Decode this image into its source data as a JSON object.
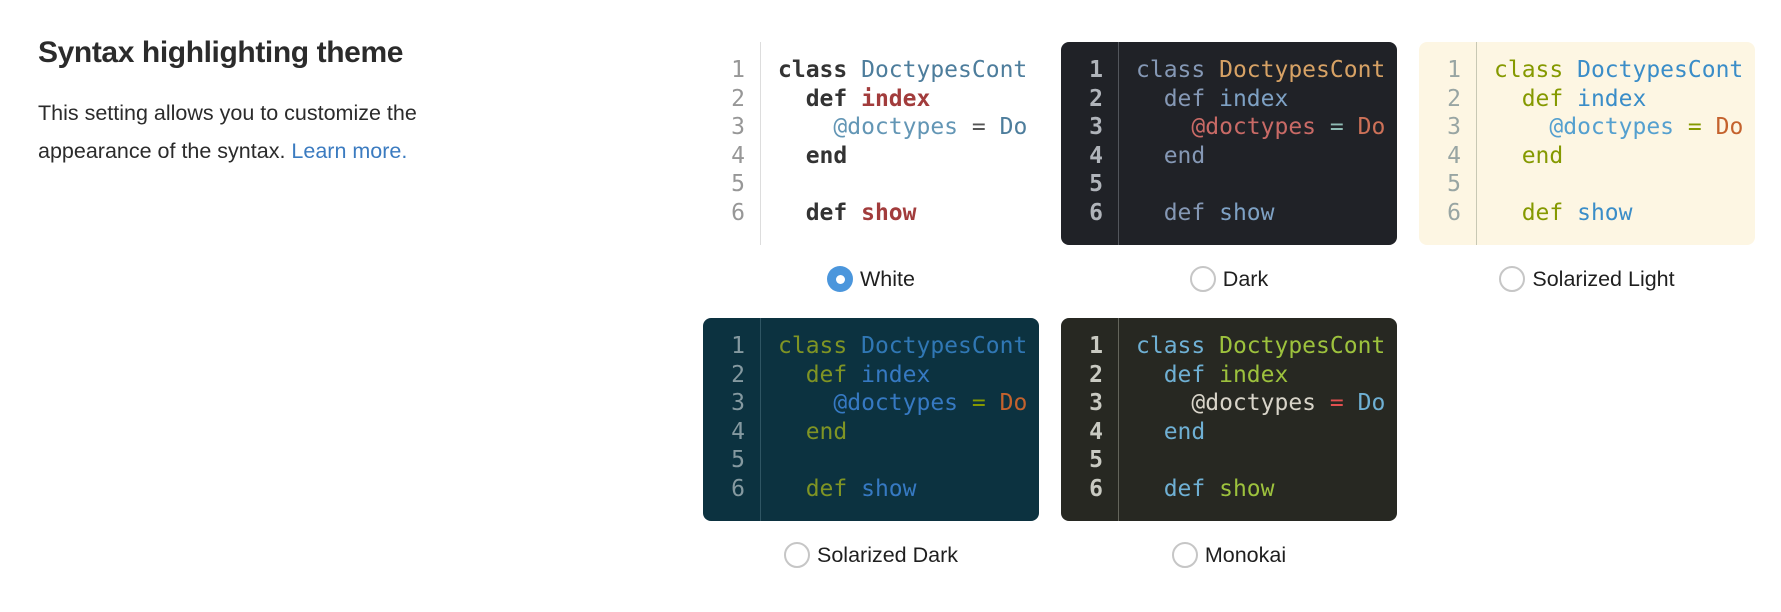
{
  "section": {
    "title": "Syntax highlighting theme",
    "description": {
      "before": "This setting allows you to customize the appearance of the syntax. ",
      "link": "Learn more.",
      "after": ""
    },
    "link_color": "#3b7bc0"
  },
  "code_sample": {
    "line_numbers": [
      "1",
      "2",
      "3",
      "4",
      "5",
      "6"
    ],
    "lines": [
      [
        {
          "text": "class ",
          "type": "kw"
        },
        {
          "text": "DoctypesCont",
          "type": "cls"
        }
      ],
      [
        {
          "text": "  ",
          "type": "plain"
        },
        {
          "text": "def ",
          "type": "kw"
        },
        {
          "text": "index",
          "type": "fn"
        }
      ],
      [
        {
          "text": "    ",
          "type": "plain"
        },
        {
          "text": "@doctypes",
          "type": "ivar"
        },
        {
          "text": " ",
          "type": "plain"
        },
        {
          "text": "=",
          "type": "op"
        },
        {
          "text": " ",
          "type": "plain"
        },
        {
          "text": "Do",
          "type": "const"
        }
      ],
      [
        {
          "text": "  ",
          "type": "plain"
        },
        {
          "text": "end",
          "type": "kw"
        }
      ],
      [],
      [
        {
          "text": "  ",
          "type": "plain"
        },
        {
          "text": "def ",
          "type": "kw"
        },
        {
          "text": "show",
          "type": "fn"
        }
      ]
    ]
  },
  "radio": {
    "selected_fill": "#4b96dc",
    "unselected_border": "#c6c6c6"
  },
  "themes": [
    {
      "slug": "white",
      "label": "White",
      "selected": true,
      "bold": [
        "kw",
        "fn"
      ],
      "gutter_bold": false,
      "colors": {
        "bg": "#ffffff",
        "gutter": "#979797",
        "gutter_border": "#dddddd",
        "kw": "#333333",
        "cls": "#4d7d9c",
        "fn": "#a23c3c",
        "ivar": "#6396b5",
        "op": "#555555",
        "const": "#4d7d9c",
        "plain": "#333333"
      }
    },
    {
      "slug": "dark",
      "label": "Dark",
      "selected": false,
      "bold": [],
      "gutter_bold": true,
      "colors": {
        "bg": "#202227",
        "gutter": "#b0b4ba",
        "gutter_border": "#53565c",
        "kw": "#8598b5",
        "cls": "#d7a265",
        "fn": "#7ea1c4",
        "ivar": "#c96a66",
        "op": "#8fbcb5",
        "const": "#cd7158",
        "plain": "#c5c8c6"
      }
    },
    {
      "slug": "solarized-light",
      "label": "Solarized Light",
      "selected": false,
      "bold": [],
      "gutter_bold": false,
      "colors": {
        "bg": "#fdf6e3",
        "gutter": "#98a5a3",
        "gutter_border": "#c8c8b4",
        "kw": "#859900",
        "cls": "#3a8dc8",
        "fn": "#3a8dc8",
        "ivar": "#55a0cf",
        "op": "#859900",
        "const": "#c4622d",
        "plain": "#657b83"
      }
    },
    {
      "slug": "solarized-dark",
      "label": "Solarized Dark",
      "selected": false,
      "bold": [],
      "gutter_bold": false,
      "colors": {
        "bg": "#0c3240",
        "gutter": "#8599a0",
        "gutter_border": "#2f5563",
        "kw": "#7f9424",
        "cls": "#3077b4",
        "fn": "#3679c2",
        "ivar": "#3679c2",
        "op": "#859900",
        "const": "#c4622d",
        "plain": "#839496"
      }
    },
    {
      "slug": "monokai",
      "label": "Monokai",
      "selected": false,
      "bold": [],
      "gutter_bold": true,
      "colors": {
        "bg": "#272822",
        "gutter": "#c9cac2",
        "gutter_border": "#64655c",
        "kw": "#6fb0d4",
        "cls": "#9dc23d",
        "fn": "#9dc23d",
        "ivar": "#d8d4c9",
        "op": "#e25050",
        "const": "#6fb0d4",
        "plain": "#f8f8f2"
      }
    }
  ]
}
